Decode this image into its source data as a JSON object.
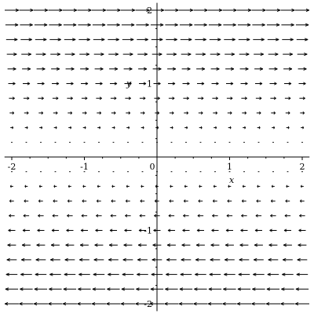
{
  "chart_data": {
    "type": "vector-field",
    "title": "",
    "xlabel": "x",
    "ylabel": "y",
    "xlim": [
      -2,
      2
    ],
    "ylim": [
      -2,
      2
    ],
    "grid": false,
    "field": {
      "dx": "y",
      "dy": "0"
    },
    "x_samples": [
      -2.0,
      -1.8,
      -1.6,
      -1.4,
      -1.2,
      -1.0,
      -0.8,
      -0.6,
      -0.4,
      -0.2,
      0.0,
      0.2,
      0.4,
      0.6,
      0.8,
      1.0,
      1.2,
      1.4,
      1.6,
      1.8,
      2.0
    ],
    "y_samples": [
      2.0,
      1.8,
      1.6,
      1.4,
      1.2,
      1.0,
      0.8,
      0.6,
      0.4,
      0.2,
      0.0,
      -0.2,
      -0.4,
      -0.6,
      -0.8,
      -1.0,
      -1.2,
      -1.4,
      -1.6,
      -1.8,
      -2.0
    ],
    "x_ticks": [
      {
        "value": -2,
        "label": "-2"
      },
      {
        "value": -1,
        "label": "-1"
      },
      {
        "value": 0,
        "label": "0"
      },
      {
        "value": 1,
        "label": "1"
      },
      {
        "value": 2,
        "label": "2"
      }
    ],
    "y_ticks": [
      {
        "value": 2,
        "label": "2"
      },
      {
        "value": 1,
        "label": "1"
      },
      {
        "value": -1,
        "label": "-1"
      },
      {
        "value": -2,
        "label": "-2"
      }
    ],
    "colors": {
      "arrow": "#000000",
      "axis": "#000000"
    }
  }
}
